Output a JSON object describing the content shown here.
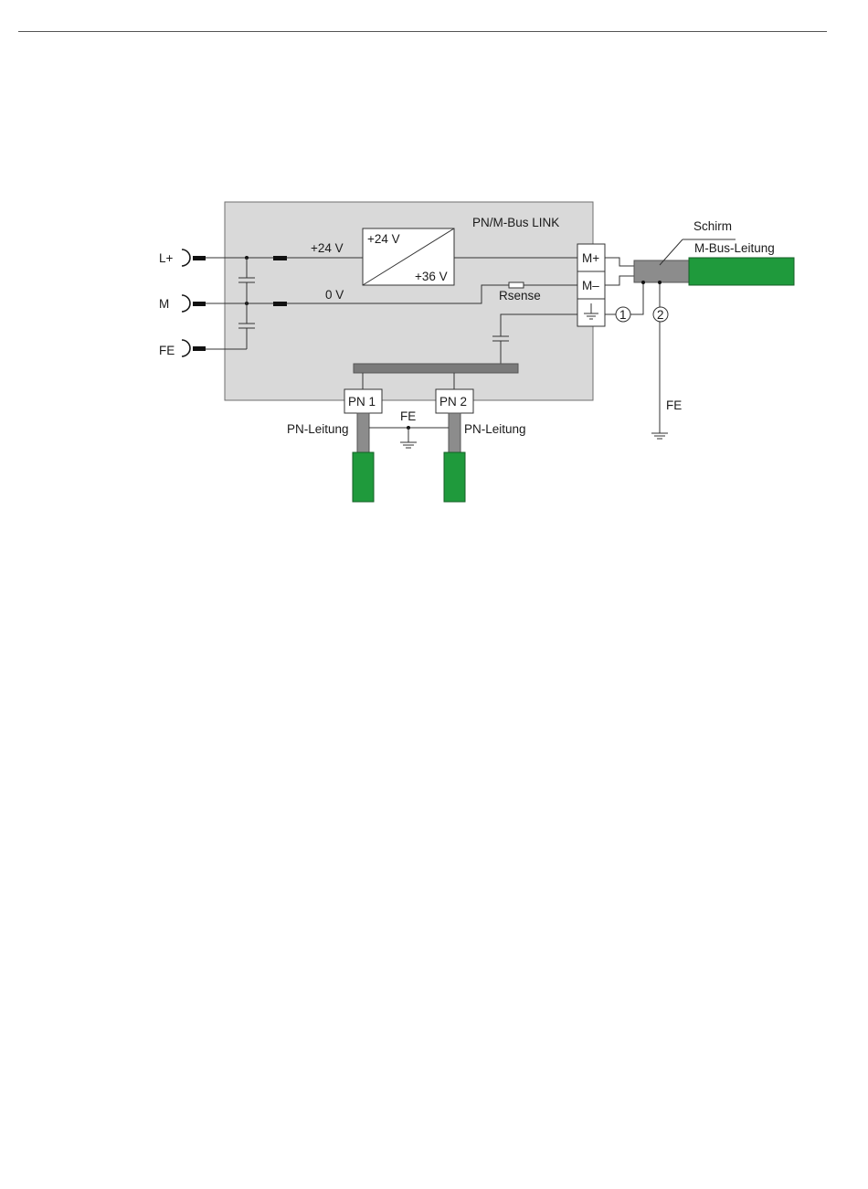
{
  "diagram": {
    "module_title": "PN/M-Bus LINK",
    "terminals_left": {
      "lplus": "L+",
      "m": "M",
      "fe": "FE"
    },
    "supply_plus_label": "+24 V",
    "supply_zero_label": "0 V",
    "converter": {
      "input_label": "+24 V",
      "output_label": "+36 V"
    },
    "resistor_label": "Rsense",
    "mbus_terminals": {
      "mplus": "M+",
      "mminus": "M–"
    },
    "ports": {
      "pn1": "PN 1",
      "pn2": "PN 2"
    },
    "pn_cable_left_label": "PN-Leitung",
    "pn_cable_right_label": "PN-Leitung",
    "pn_fe_label": "FE",
    "shield_label": "Schirm",
    "mbus_cable_label": "M-Bus-Leitung",
    "marker_1": "1",
    "marker_2": "2",
    "right_fe_label": "FE"
  },
  "colors": {
    "module_fill": "#d9d9d9",
    "cable_green": "#1f9a3c",
    "cable_gray": "#8c8c8c",
    "busbar": "#7a7a7a"
  }
}
